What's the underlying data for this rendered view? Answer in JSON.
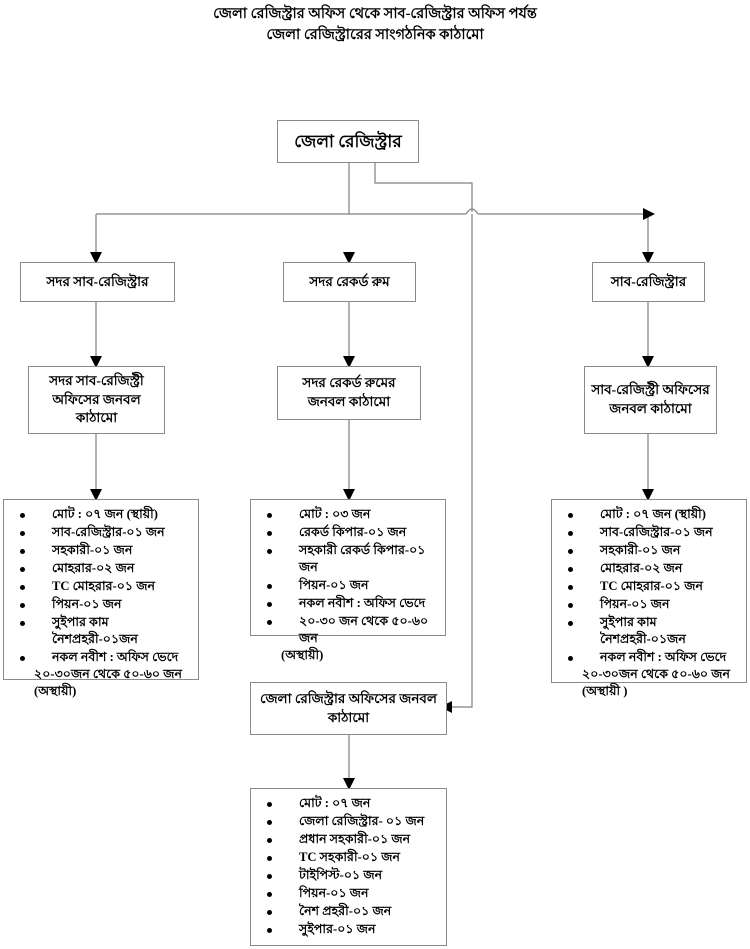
{
  "title": {
    "line1": "জেলা রেজিস্ট্রার অফিস থেকে সাব-রেজিস্ট্রার অফিস পর্যন্ত",
    "line2": "জেলা রেজিস্ট্রারের সাংগঠনিক কাঠামো"
  },
  "colors": {
    "box_border": "#8a8a8a",
    "connector": "#7f7f7f",
    "text": "#000000",
    "background": "#ffffff"
  },
  "nodes": {
    "root": "জেলা রেজিস্ট্রার",
    "tier1": {
      "left": "সদর সাব-রেজিস্ট্রার",
      "center": "সদর রেকর্ড রুম",
      "right": "সাব-রেজিস্ট্রার"
    },
    "tier2": {
      "left": "সদর সাব-রেজিস্ট্রী অফিসের জনবল কাঠামো",
      "center": "সদর রেকর্ড রুমের জনবল কাঠামো",
      "right": "সাব-রেজিস্ট্রী অফিসের জনবল কাঠামো"
    },
    "district_office": "জেলা রেজিস্ট্রার অফিসের জনবল কাঠামো"
  },
  "lists": {
    "sadar_sub_registry": [
      "মোট : ০৭ জন (স্থায়ী)",
      "সাব-রেজিস্ট্রার-০১ জন",
      "সহকারী-০১ জন",
      "মোহরার-০২ জন",
      "TC মোহরার-০১ জন",
      "পিয়ন-০১ জন",
      "সুইপার কাম নৈশপ্রহরী-০১জন",
      "নকল নবীশ : অফিস ভেদে"
    ],
    "sadar_sub_registry_cont": [
      "২০-৩০জন থেকে ৫০-৬০ জন",
      "(অস্থায়ী)"
    ],
    "sadar_record_room": [
      "মোট : ০৩ জন",
      "রেকর্ড কিপার-০১ জন",
      "সহকারী রেকর্ড কিপার-০১ জন",
      "পিয়ন-০১ জন",
      "নকল নবীশ : অফিস ভেদে",
      "২০-৩০ জন থেকে ৫০-৬০ জন"
    ],
    "sadar_record_room_cont": [
      "(অস্থায়ী)"
    ],
    "sub_registry": [
      "মোট : ০৭ জন (স্থায়ী)",
      "সাব-রেজিস্ট্রার-০১ জন",
      "সহকারী-০১ জন",
      "মোহরার-০২ জন",
      "TC মোহরার-০১ জন",
      "পিয়ন-০১ জন",
      "সুইপার কাম নৈশপ্রহরী-০১জন",
      "নকল নবীশ : অফিস ভেদে"
    ],
    "sub_registry_cont": [
      "২০-৩০জন থেকে ৫০-৬০ জন",
      "(অস্থায়ী )"
    ],
    "district_registrar_office": [
      "মোট : ০৭ জন",
      "জেলা রেজিস্ট্রার- ০১ জন",
      "প্রধান সহকারী-০১ জন",
      "TC সহকারী-০১ জন",
      "টাইপিস্ট-০১ জন",
      "পিয়ন-০১ জন",
      "নৈশ প্রহরী-০১ জন",
      "সুইপার-০১ জন"
    ]
  }
}
